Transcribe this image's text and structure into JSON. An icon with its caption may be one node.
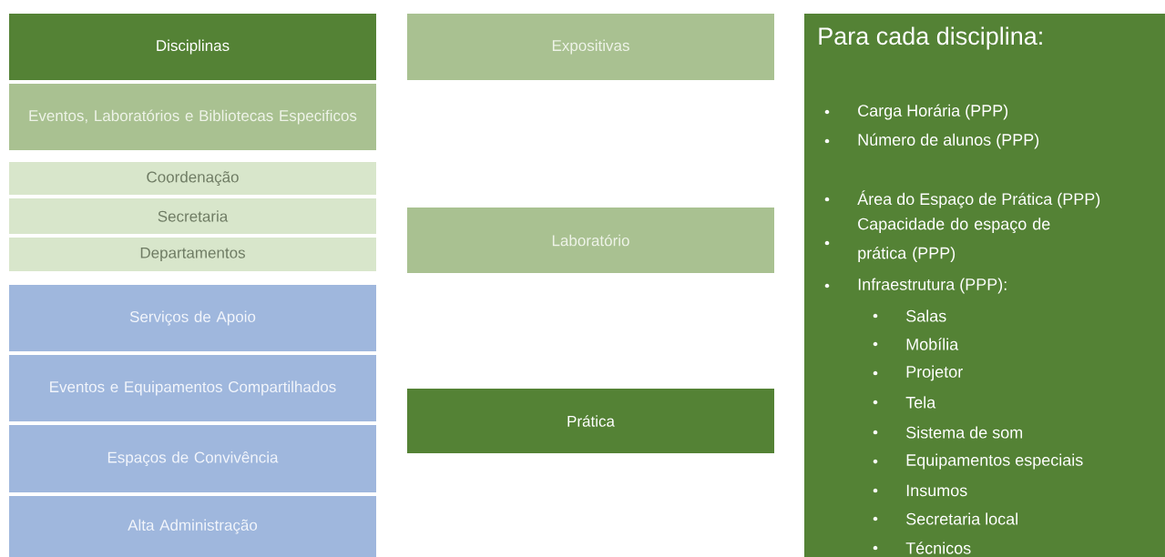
{
  "diagram": {
    "nodes": [
      {
        "text": [
          "Disciplinas"
        ]
      },
      {
        "text": [
          "Eventos, Laboratórios e Bibliotecas Especificos"
        ]
      },
      {
        "text": [
          "Coordenação"
        ]
      },
      {
        "text": [
          "Secretaria"
        ]
      },
      {
        "text": [
          "Departamentos"
        ]
      },
      {
        "text": [
          "Serviços de Apoio"
        ]
      },
      {
        "text": [
          "Eventos e Equipamentos Compartilhados"
        ]
      },
      {
        "text": [
          "Espaços de Convivência"
        ]
      },
      {
        "text": [
          "Alta Administração"
        ]
      },
      {
        "text": [
          "Expositivas"
        ]
      },
      {
        "text": [
          "Laboratório"
        ]
      },
      {
        "text": [
          "Prática"
        ]
      },
      {
        "text": [
          "Para cada disciplina:",
          "Carga Horária (PPP)",
          "Número de alunos (PPP)",
          "Área do Espaço de Prática (PPP)",
          "Capacidade do espaço de prática (PPP)",
          "Infraestrutura (PPP):",
          "Salas",
          "Mobília",
          "Projetor",
          "Tela",
          "Sistema de som",
          "Equipamentos especiais",
          "Insumos",
          "Secretaria local",
          "Técnicos"
        ]
      }
    ]
  }
}
